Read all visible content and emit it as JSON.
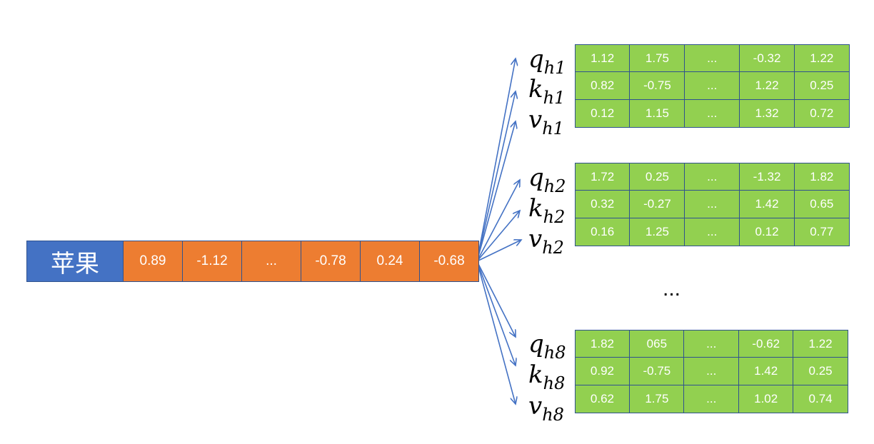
{
  "word": "苹果",
  "embedding": [
    "0.89",
    "-1.12",
    "...",
    "-0.78",
    "0.24",
    "-0.68"
  ],
  "heads": [
    {
      "labels": [
        {
          "sym": "q",
          "sub": "h1"
        },
        {
          "sym": "k",
          "sub": "h1"
        },
        {
          "sym": "v",
          "sub": "h1"
        }
      ],
      "rows": [
        [
          "1.12",
          "1.75",
          "...",
          "-0.32",
          "1.22"
        ],
        [
          "0.82",
          "-0.75",
          "...",
          "1.22",
          "0.25"
        ],
        [
          "0.12",
          "1.15",
          "...",
          "1.32",
          "0.72"
        ]
      ]
    },
    {
      "labels": [
        {
          "sym": "q",
          "sub": "h2"
        },
        {
          "sym": "k",
          "sub": "h2"
        },
        {
          "sym": "v",
          "sub": "h2"
        }
      ],
      "rows": [
        [
          "1.72",
          "0.25",
          "...",
          "-1.32",
          "1.82"
        ],
        [
          "0.32",
          "-0.27",
          "...",
          "1.42",
          "0.65"
        ],
        [
          "0.16",
          "1.25",
          "...",
          "0.12",
          "0.77"
        ]
      ]
    },
    {
      "labels": [
        {
          "sym": "q",
          "sub": "h8"
        },
        {
          "sym": "k",
          "sub": "h8"
        },
        {
          "sym": "v",
          "sub": "h8"
        }
      ],
      "rows": [
        [
          "1.82",
          "065",
          "...",
          "-0.62",
          "1.22"
        ],
        [
          "0.92",
          "-0.75",
          "...",
          "1.42",
          "0.25"
        ],
        [
          "0.62",
          "1.75",
          "...",
          "1.02",
          "0.74"
        ]
      ]
    }
  ],
  "between_heads_ellipsis": "...",
  "colors": {
    "word_cell": "#4472c4",
    "embedding_cell": "#ed7d31",
    "matrix_cell": "#92d050",
    "border": "#2f528f",
    "arrow": "#4472c4"
  }
}
